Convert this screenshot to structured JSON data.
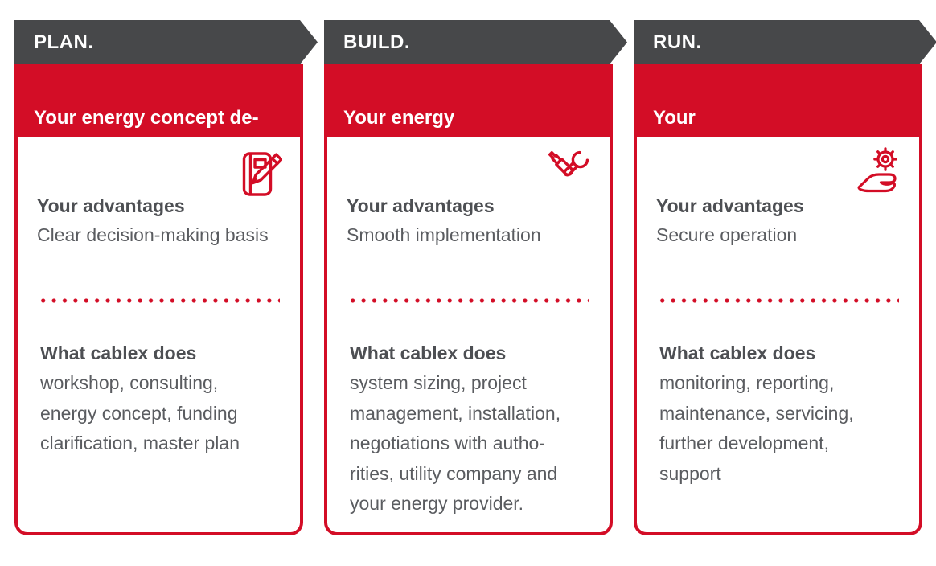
{
  "theme": {
    "red": "#d30d26",
    "header_gray": "#47484a",
    "heading_text": "#4d4f53",
    "body_text": "#5a5c60",
    "background": "#ffffff"
  },
  "separator_style": "red-dotted-line",
  "columns": [
    {
      "id": "plan",
      "phase": "PLAN.",
      "banner": "Your energy concept de-\nvelopment.",
      "icon": "notebook-pencil-icon",
      "advantages_title": "Your advantages",
      "advantages_text": "Clear decision-making basis",
      "does_title": "What cablex does",
      "does_text": "workshop, consulting,\nenergy concept, funding\nclarification, master plan"
    },
    {
      "id": "build",
      "phase": "BUILD.",
      "banner": "Your energy\nmeasures.",
      "icon": "tools-icon",
      "advantages_title": "Your advantages",
      "advantages_text": "Smooth implementation",
      "does_title": "What cablex does",
      "does_text": "system sizing, project\nmanagement, installation,\nnegotiations with autho-\nrities, utility company and\nyour energy provider."
    },
    {
      "id": "run",
      "phase": "RUN.",
      "banner": "Your\nservice.",
      "icon": "gear-hand-icon",
      "advantages_title": "Your advantages",
      "advantages_text": "Secure operation",
      "does_title": "What cablex does",
      "does_text": "monitoring, reporting,\nmaintenance, servicing,\nfurther development,\nsupport"
    }
  ]
}
